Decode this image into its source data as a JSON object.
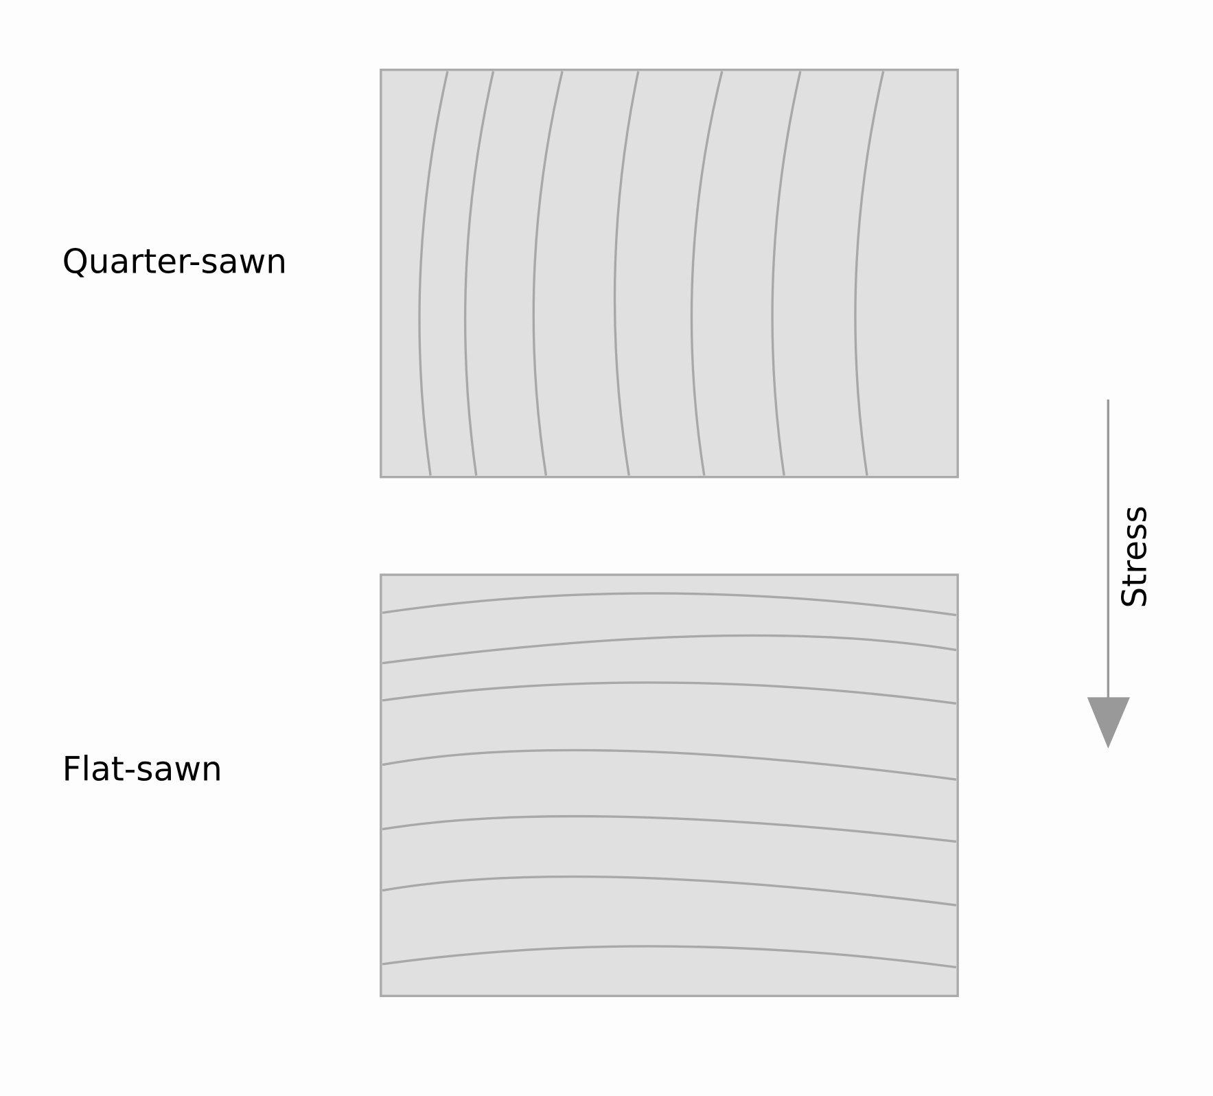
{
  "labels": {
    "quarter_sawn": "Quarter-sawn",
    "flat_sawn": "Flat-sawn",
    "stress": "Stress"
  },
  "colors": {
    "board_fill": "#e0e0e0",
    "grain_line": "#a8a8a8",
    "arrow": "#999999"
  }
}
